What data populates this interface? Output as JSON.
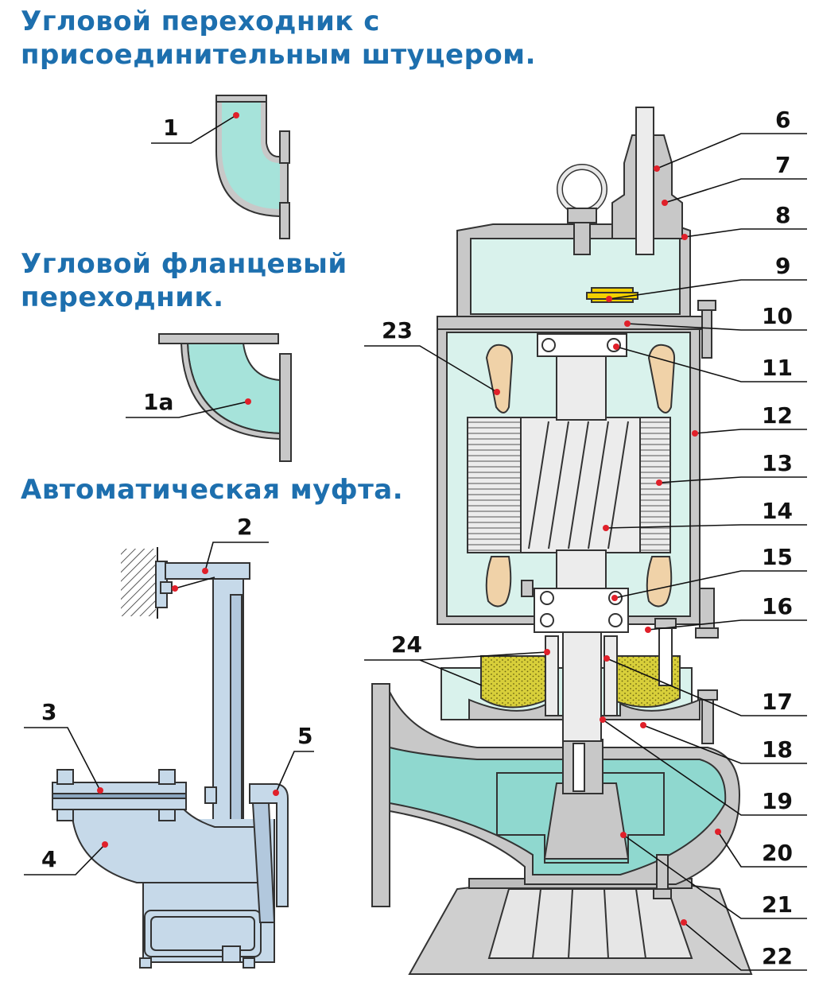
{
  "titles": {
    "angle_adapter_fitting": "Угловой переходник с присоединительным штуцером.",
    "angle_flange_adapter": "Угловой фланцевый переходник.",
    "auto_coupling": "Автоматическая муфта."
  },
  "labels": {
    "l1": "1",
    "l1a": "1а",
    "l2": "2",
    "l3": "3",
    "l4": "4",
    "l5": "5",
    "l6": "6",
    "l7": "7",
    "l8": "8",
    "l9": "9",
    "l10": "10",
    "l11": "11",
    "l12": "12",
    "l13": "13",
    "l14": "14",
    "l15": "15",
    "l16": "16",
    "l17": "17",
    "l18": "18",
    "l19": "19",
    "l20": "20",
    "l21": "21",
    "l22": "22",
    "l23": "23",
    "l24": "24"
  },
  "colors": {
    "title": "#1d6fae",
    "fluid": "#a6e3da",
    "body_fill": "#d9f2ec",
    "metal": "#c8c8c8",
    "coupling": "#c6d9e9",
    "winding": "#f0d2a8",
    "oil": "#d8cf3a",
    "marker": "#e0202a"
  }
}
